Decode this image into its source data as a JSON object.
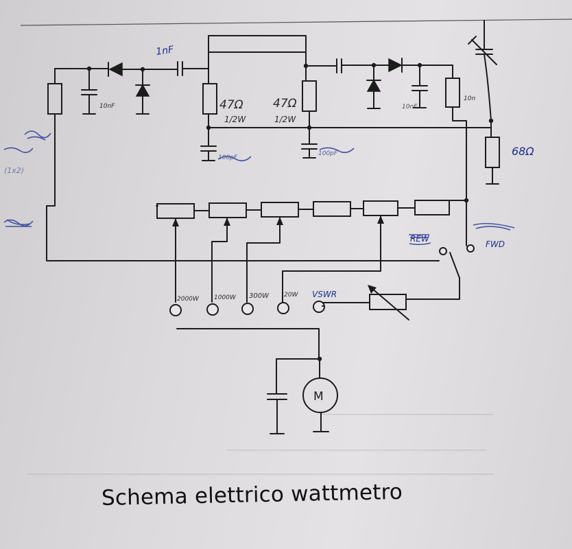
{
  "caption": "Schema elettrico wattmetro",
  "motor_symbol": "M",
  "annotations": {
    "cap_1": "1nF",
    "cap_2": "10nF",
    "cap_3": "10nF",
    "res_1": "47Ω",
    "res_1_power": "1/2W",
    "res_2": "47Ω",
    "res_2_power": "1/2W",
    "res_3": "10n",
    "res_4": "68Ω",
    "cap_5": "100pF",
    "cap_6": "100pF",
    "mode_rew": "REW",
    "mode_fwd": "FWD",
    "range_2000": "2000W",
    "range_1000": "1000W",
    "range_300": "300W",
    "range_20": "20W",
    "range_vswr": "VSWR",
    "margin_note": "(1x2)"
  },
  "colors": {
    "ink": "#1c1c1c",
    "pen": "#1f2f8a",
    "paper": "#dcdadc"
  }
}
